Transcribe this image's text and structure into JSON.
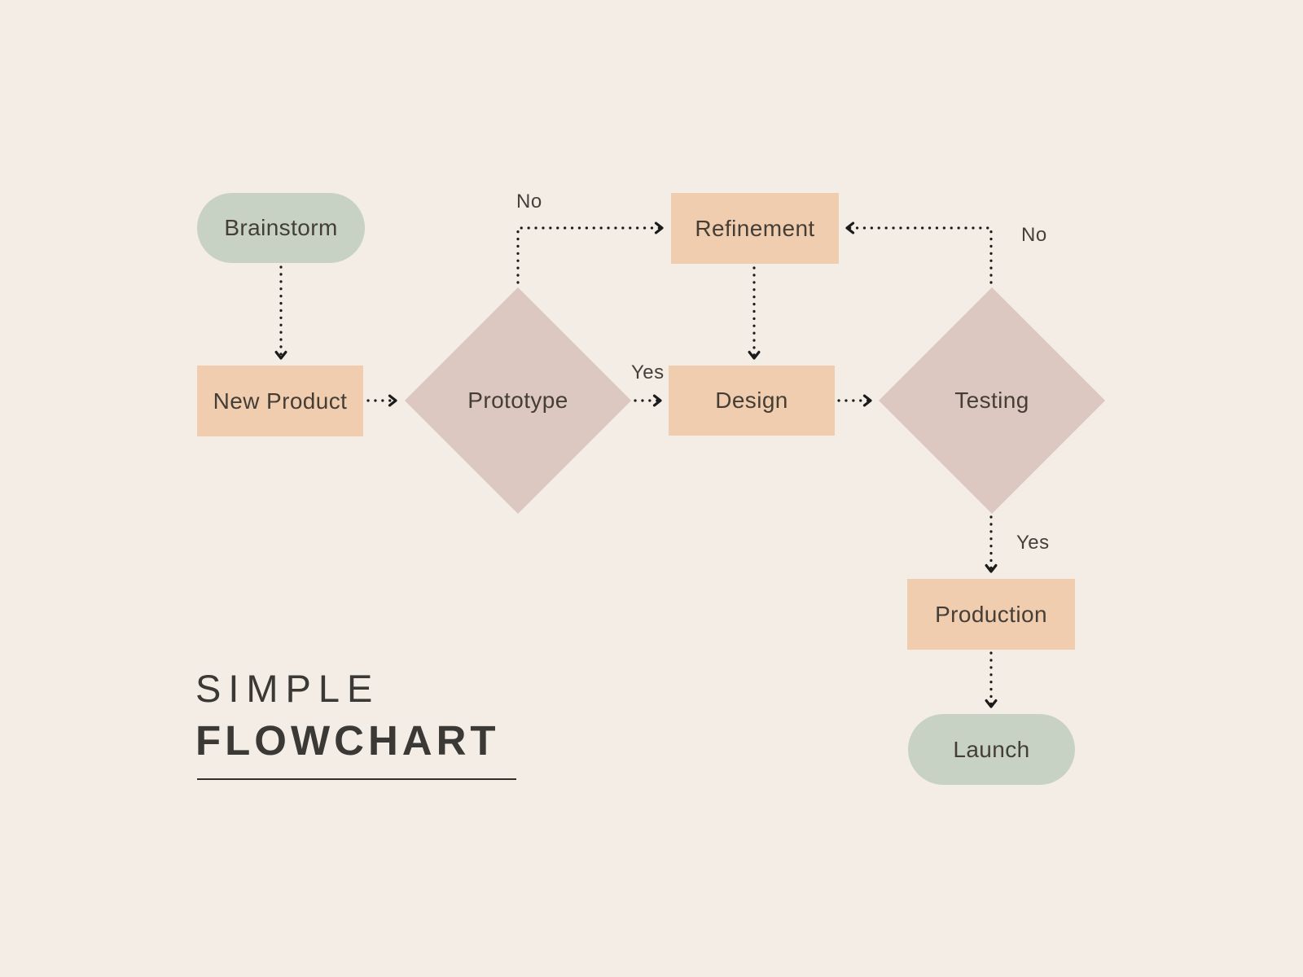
{
  "title": {
    "line1": "SIMPLE",
    "line2": "FLOWCHART"
  },
  "nodes": {
    "brainstorm": {
      "label": "Brainstorm",
      "type": "terminal"
    },
    "new_product": {
      "label": "New Product",
      "type": "process"
    },
    "prototype": {
      "label": "Prototype",
      "type": "decision"
    },
    "refinement": {
      "label": "Refinement",
      "type": "process"
    },
    "design": {
      "label": "Design",
      "type": "process"
    },
    "testing": {
      "label": "Testing",
      "type": "decision"
    },
    "production": {
      "label": "Production",
      "type": "process"
    },
    "launch": {
      "label": "Launch",
      "type": "terminal"
    }
  },
  "edge_labels": {
    "prototype_no": "No",
    "prototype_yes": "Yes",
    "testing_no": "No",
    "testing_yes": "Yes"
  },
  "colors": {
    "background": "#f4ede5",
    "terminal_fill": "#c7d2c5",
    "process_fill": "#f0cdae",
    "decision_fill": "#dcc8c0",
    "connector": "#1b1b1b",
    "node_text": "#453e37",
    "title_text": "#3b3936"
  }
}
